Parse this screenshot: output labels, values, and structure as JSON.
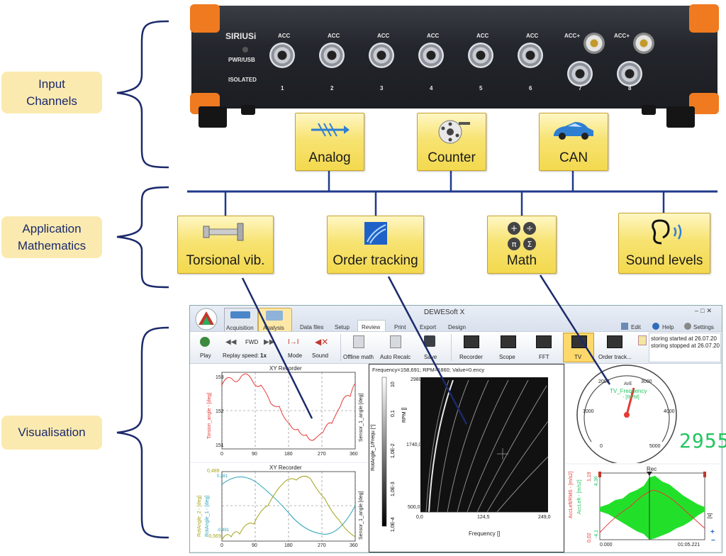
{
  "sections": {
    "input": "Input\nChannels",
    "app": "Application\nMathematics",
    "vis": "Visualisation"
  },
  "device": {
    "brand": "SIRIUSi",
    "pwr": "PWR/USB",
    "isolated": "ISOLATED",
    "channels": [
      {
        "top": "ACC",
        "num": "1"
      },
      {
        "top": "ACC",
        "num": "2"
      },
      {
        "top": "ACC",
        "num": "3"
      },
      {
        "top": "ACC",
        "num": "4"
      },
      {
        "top": "ACC",
        "num": "5"
      },
      {
        "top": "ACC",
        "num": "6"
      },
      {
        "top": "ACC+",
        "num": "7"
      },
      {
        "top": "ACC+",
        "num": "8"
      }
    ]
  },
  "inputs": [
    "Analog",
    "Counter",
    "CAN"
  ],
  "apps": [
    "Torsional vib.",
    "Order tracking",
    "Math",
    "Sound levels"
  ],
  "window": {
    "title": "DEWESoft X",
    "modes": [
      "Acquisition",
      "Analysis"
    ],
    "tabs": [
      "Data files",
      "Setup",
      "Review",
      "Print",
      "Export",
      "Design"
    ],
    "right": [
      "Edit",
      "Help",
      "Settings"
    ],
    "toolbar": {
      "play": "Play",
      "fwd": "FWD",
      "speed_label": "Replay speed:",
      "speed_value": "1x",
      "mode": "Mode",
      "sound": "Sound",
      "offline": "Offline math",
      "recalc": "Auto Recalc",
      "save": "Save",
      "recorder": "Recorder",
      "scope": "Scope",
      "fft": "FFT",
      "tv": "TV",
      "order": "Order track..."
    },
    "log": [
      "storing started at 26.07.20",
      "storing stopped at 26.07.20"
    ]
  },
  "plots": {
    "xy1": {
      "title": "XY Recorder",
      "ylabel": "Torsion_angle - [deg]",
      "xlabel": "Sensor_1_angle [deg]",
      "yticks": [
        "153",
        "152",
        "151"
      ],
      "xticks": [
        "0",
        "90",
        "180",
        "270",
        "360"
      ]
    },
    "xy2": {
      "title": "XY Recorder",
      "ylabel1": "RotAngle_2 - [deg]",
      "ylabel2": "RotAngle_1 - [deg]",
      "xlabel": "Sensor_1_angle [deg]",
      "yticks1": [
        "0,489",
        "-0,569"
      ],
      "yticks2": [
        "0,381",
        "-0,491"
      ],
      "xticks": [
        "0",
        "90",
        "180",
        "270",
        "360"
      ]
    },
    "order": {
      "header": "Frequency=158,691; RPM=1860; Value=0.ency",
      "ylabel_rpm": "RPM []",
      "ylabel_amp": "RotAngle_1/Frequ [°]",
      "yticks_rpm": [
        "2980",
        "1740,0",
        "500,0"
      ],
      "yticks_amp": [
        "10",
        "0,1",
        "1,0E-2",
        "1,0E-3",
        "1,0E-4"
      ],
      "xticks": [
        "0,0",
        "124,5",
        "249,0"
      ],
      "xlabel": "Frequency []"
    },
    "gauge": {
      "ave": "AVE",
      "title": "TV_Frequency",
      "unit": "- [RPM]",
      "ticks": [
        "0",
        "1000",
        "2000",
        "3000",
        "4000",
        "5000"
      ],
      "digital": "2955"
    },
    "rec": {
      "title": "Rec",
      "ylabel1": "AccLeft/RMS - [m/s2]",
      "ylabel2": "AccLeft - [m/s2]",
      "yticks1": [
        "1,19",
        "0,02"
      ],
      "yticks2": [
        "4,36",
        "-4,1"
      ],
      "xticks": [
        "0.000",
        "01:05.221"
      ],
      "unit": "[s]"
    }
  }
}
